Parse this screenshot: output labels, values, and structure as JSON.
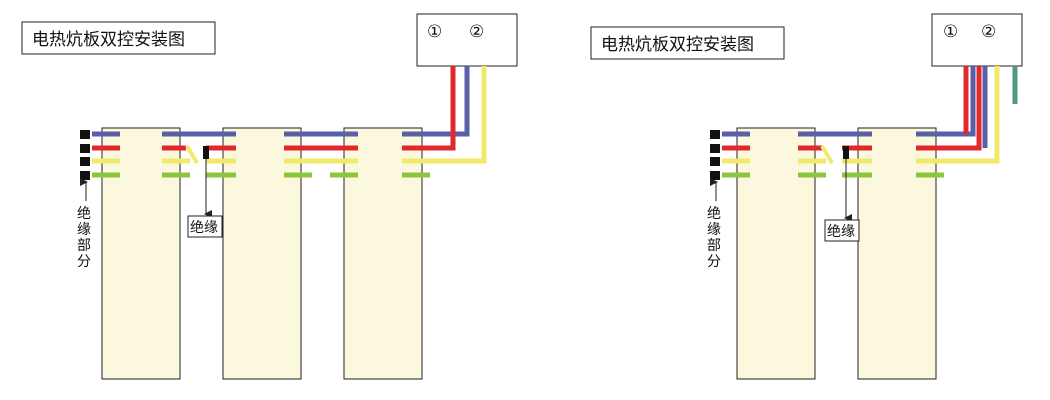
{
  "colors": {
    "blue": "#5a5fa8",
    "red": "#e0282d",
    "yellow": "#f0ea6a",
    "green": "#8cc63f",
    "teal": "#4f9a7e",
    "panel_fill": "#fbf8dd",
    "line": "#222222"
  },
  "diagrams": [
    {
      "title": "电热炕板双控安装图",
      "controller_terminals": [
        "①",
        "②"
      ],
      "insulation_label": "绝缘",
      "insulation_part_label": [
        "绝",
        "缘",
        "部",
        "分"
      ],
      "panel_count": 3,
      "has_ground_wire": false
    },
    {
      "title": "电热炕板双控安装图",
      "controller_terminals": [
        "①",
        "②"
      ],
      "insulation_label": "绝缘",
      "insulation_part_label": [
        "绝",
        "缘",
        "部",
        "分"
      ],
      "panel_count": 2,
      "has_ground_wire": true
    }
  ]
}
